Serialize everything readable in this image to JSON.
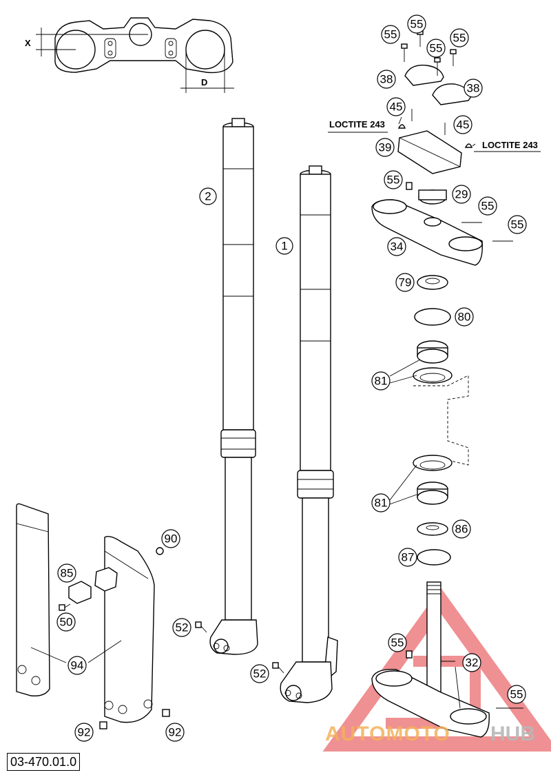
{
  "document_number": "03-470.01.0",
  "dimension_labels": {
    "offset": "X",
    "diameter": "D"
  },
  "annotations": {
    "loctite_left": "LOCTITE 243",
    "loctite_right": "LOCTITE 243"
  },
  "watermark": {
    "text_part1": "AUTOMOTO",
    "text_part2": "HUB",
    "color_primary": "#f4b15a",
    "color_secondary": "#c8c8c8",
    "logo_color": "#e2373c"
  },
  "callouts": {
    "c1": "1",
    "c2": "2",
    "c55a": "55",
    "c55b": "55",
    "c55c": "55",
    "c55d": "55",
    "c38a": "38",
    "c38b": "38",
    "c45a": "45",
    "c45b": "45",
    "c39": "39",
    "c55e": "55",
    "c29": "29",
    "c55f": "55",
    "c55g": "55",
    "c34": "34",
    "c79": "79",
    "c80": "80",
    "c81a": "81",
    "c81b": "81",
    "c86": "86",
    "c87": "87",
    "c55h": "55",
    "c32": "32",
    "c55i": "55",
    "c90": "90",
    "c85": "85",
    "c50": "50",
    "c94": "94",
    "c52a": "52",
    "c52b": "52",
    "c92a": "92",
    "c92b": "92"
  }
}
